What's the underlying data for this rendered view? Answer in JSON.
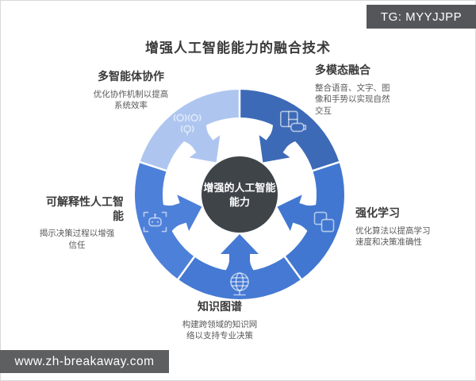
{
  "title": "增强人工智能能力的融合技术",
  "badges": {
    "tg": "TG: MYYJJPP",
    "website": "www.zh-breakaway.com"
  },
  "center": {
    "line1": "增强的人工智能",
    "line2": "能力",
    "color": "#3f4449"
  },
  "colors": {
    "divider": "#ffffff",
    "icon_stroke": "rgba(255,255,255,0.6)"
  },
  "segments": [
    {
      "id": "multimodal",
      "label": "多模态融合",
      "desc": "整合语音、文字、图\n像和手势以实现自然\n交互",
      "color": "#3d6ab7",
      "icon": "window-gesture-icon",
      "start": 0,
      "end": 72
    },
    {
      "id": "reinforcement",
      "label": "强化学习",
      "desc": "优化算法以提高学习\n速度和决策准确性",
      "color": "#4177d0",
      "icon": "layers-icon",
      "start": 72,
      "end": 144
    },
    {
      "id": "knowledge",
      "label": "知识图谱",
      "desc": "构建跨领域的知识网\n络以支持专业决策",
      "color": "#4579d3",
      "icon": "globe-icon",
      "start": 144,
      "end": 216
    },
    {
      "id": "explainable",
      "label": "可解释性人工智\n能",
      "desc": "揭示决策过程以增强\n信任",
      "color": "#4d80d9",
      "icon": "robot-scan-icon",
      "start": 216,
      "end": 288
    },
    {
      "id": "multiagent",
      "label": "多智能体协作",
      "desc": "优化协作机制以提高\n系统效率",
      "color": "#aec6ef",
      "icon": "agents-network-icon",
      "start": 288,
      "end": 360
    }
  ]
}
